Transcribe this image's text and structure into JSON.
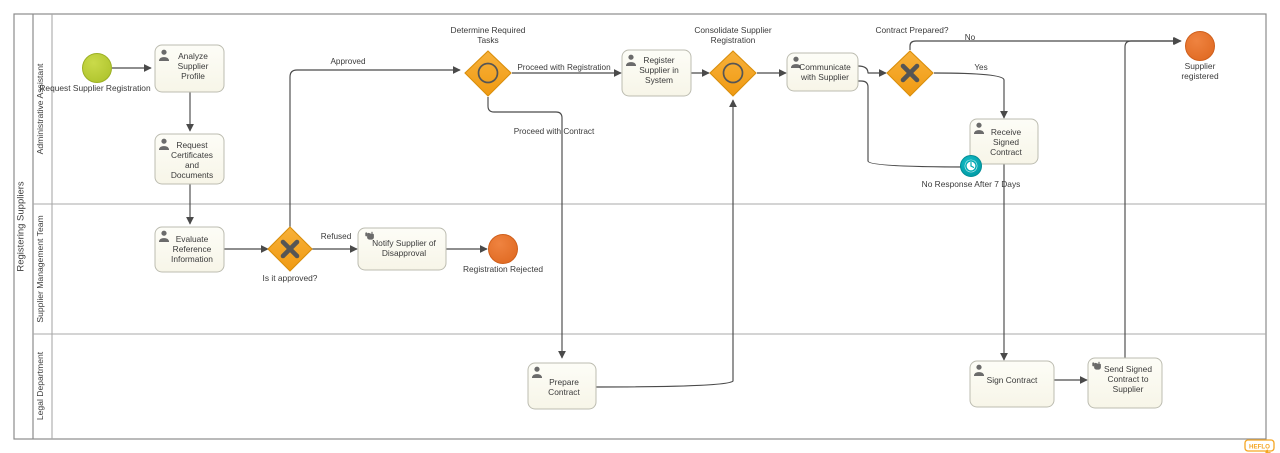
{
  "diagram": {
    "type": "bpmn-process-diagram",
    "pool": {
      "name": "Registering Suppliers"
    },
    "lanes": [
      {
        "id": "lane-admin",
        "name": "Administrative Assistant"
      },
      {
        "id": "lane-smt",
        "name": "Supplier Management Team"
      },
      {
        "id": "lane-legal",
        "name": "Legal Department"
      }
    ],
    "colors": {
      "start_event_fill": "#b5cc33",
      "end_event_fill": "#e8712e",
      "gateway_fill": "#f5a623",
      "gateway_stroke": "#d98e0b",
      "gateway_symbol": "#555555",
      "task_fill": "#fbfaf2",
      "task_stroke": "#bcbcb0",
      "timer_event_fill": "#00aab4",
      "flow_stroke": "#4a4a4a",
      "lane_stroke": "#9a9a9a",
      "text": "#3b3b3b",
      "watermark": "#f5a623"
    },
    "events": [
      {
        "id": "ev-start",
        "kind": "start",
        "label": "Request Supplier Registration",
        "lane": "lane-admin"
      },
      {
        "id": "ev-registered",
        "kind": "end",
        "label": "Supplier registered",
        "lane": "lane-admin"
      },
      {
        "id": "ev-rejected",
        "kind": "end",
        "label": "Registration Rejected",
        "lane": "lane-smt"
      },
      {
        "id": "ev-timer",
        "kind": "boundary-timer",
        "label": "No Response After 7 Days",
        "lane": "lane-admin"
      }
    ],
    "tasks": [
      {
        "id": "t-analyze",
        "label": "Analyze Supplier Profile",
        "marker": "user",
        "lane": "lane-admin"
      },
      {
        "id": "t-request-docs",
        "label": "Request Certificates and Documents",
        "marker": "user",
        "lane": "lane-admin"
      },
      {
        "id": "t-register-system",
        "label": "Register Supplier in System",
        "marker": "user",
        "lane": "lane-admin"
      },
      {
        "id": "t-communicate",
        "label": "Communicate with Supplier",
        "marker": "user",
        "lane": "lane-admin"
      },
      {
        "id": "t-receive-signed",
        "label": "Receive Signed Contract",
        "marker": "user",
        "lane": "lane-admin"
      },
      {
        "id": "t-evaluate",
        "label": "Evaluate Reference Information",
        "marker": "user",
        "lane": "lane-smt"
      },
      {
        "id": "t-notify",
        "label": "Notify Supplier of Disapproval",
        "marker": "manual",
        "lane": "lane-smt"
      },
      {
        "id": "t-prepare-contract",
        "label": "Prepare Contract",
        "marker": "user",
        "lane": "lane-legal"
      },
      {
        "id": "t-sign-contract",
        "label": "Sign Contract",
        "marker": "user",
        "lane": "lane-legal"
      },
      {
        "id": "t-send-signed",
        "label": "Send Signed Contract to Supplier",
        "marker": "manual",
        "lane": "lane-legal"
      }
    ],
    "gateways": [
      {
        "id": "gw-approved",
        "kind": "exclusive",
        "label": "Is it approved?",
        "lane": "lane-smt"
      },
      {
        "id": "gw-determine",
        "kind": "inclusive",
        "label": "Determine Required Tasks",
        "lane": "lane-admin"
      },
      {
        "id": "gw-consolidate",
        "kind": "inclusive",
        "label": "Consolidate Supplier Registration",
        "lane": "lane-admin"
      },
      {
        "id": "gw-contract-prepared",
        "kind": "exclusive",
        "label": "Contract Prepared?",
        "lane": "lane-admin"
      }
    ],
    "flow_labels": [
      {
        "id": "fl-approved",
        "text": "Approved"
      },
      {
        "id": "fl-refused",
        "text": "Refused"
      },
      {
        "id": "fl-proceed-registration",
        "text": "Proceed with Registration"
      },
      {
        "id": "fl-proceed-contract",
        "text": "Proceed with Contract"
      },
      {
        "id": "fl-no",
        "text": "No"
      },
      {
        "id": "fl-yes",
        "text": "Yes"
      }
    ],
    "watermark": {
      "text": "HEFLO"
    }
  }
}
